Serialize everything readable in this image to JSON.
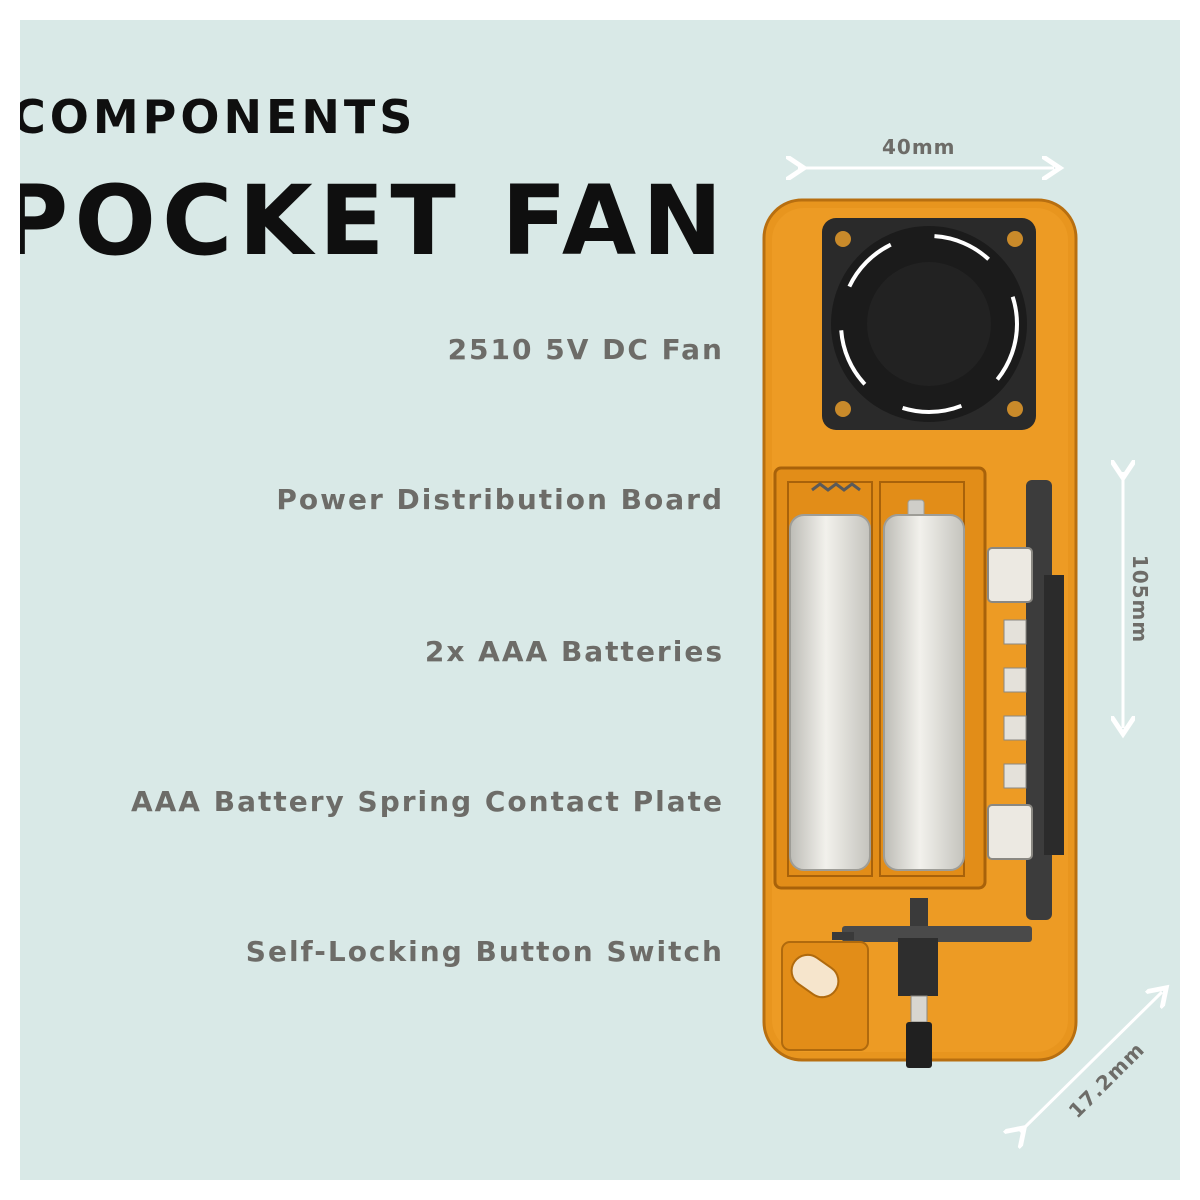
{
  "header": {
    "subtitle": "COMPONENTS",
    "title": "POCKET FAN"
  },
  "components": [
    {
      "label": "2510 5V DC Fan"
    },
    {
      "label": "Power Distribution Board"
    },
    {
      "label": "2x AAA Batteries"
    },
    {
      "label": "AAA Battery Spring Contact Plate"
    },
    {
      "label": "Self-Locking Button Switch"
    }
  ],
  "dimensions": {
    "width": "40mm",
    "height": "105mm",
    "depth": "17.2mm"
  },
  "colors": {
    "background": "#d9e9e7",
    "housing": "#e8951e",
    "text_dark": "#0f0f0f",
    "text_gray": "#6d6c68"
  }
}
